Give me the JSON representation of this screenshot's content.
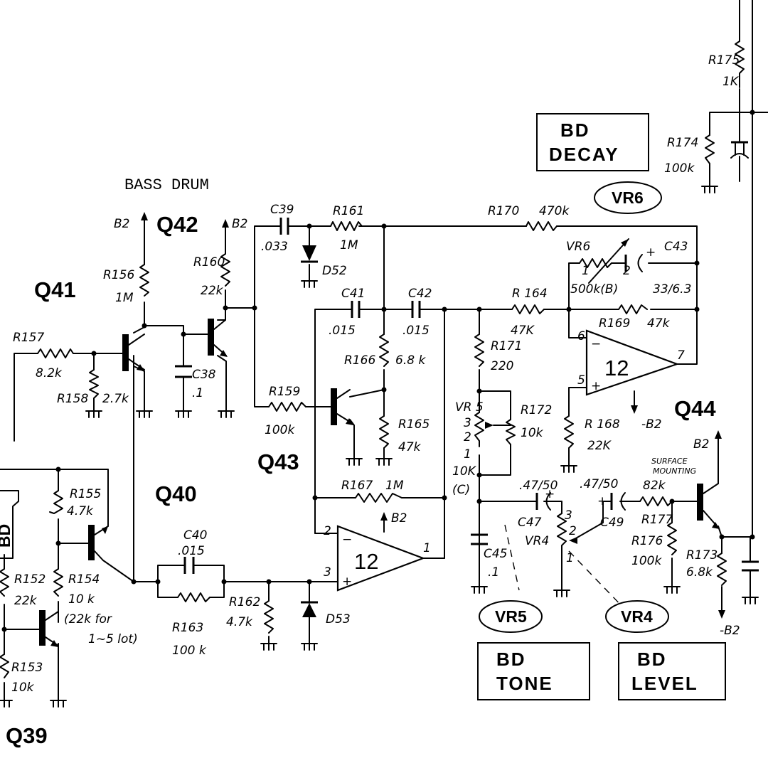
{
  "title": "BASS DRUM",
  "transistors": {
    "q39": "Q39",
    "q40": "Q40",
    "q41": "Q41",
    "q42": "Q42",
    "q43": "Q43",
    "q44": "Q44"
  },
  "opamps": {
    "u1": "12",
    "u2": "12"
  },
  "supply": {
    "b2": "B2",
    "neg_b2": "-B2"
  },
  "resistors": {
    "r152": {
      "ref": "R152",
      "value": "22k"
    },
    "r153": {
      "ref": "R153",
      "value": "10k"
    },
    "r154": {
      "ref": "R154",
      "value": "10 k",
      "note1": "(22k for",
      "note2": "1~5 lot)"
    },
    "r155": {
      "ref": "R155",
      "value": "4.7k"
    },
    "r156": {
      "ref": "R156",
      "value": "1M"
    },
    "r157": {
      "ref": "R157",
      "value": "8.2k"
    },
    "r158": {
      "ref": "R158",
      "value": "2.7k"
    },
    "r159": {
      "ref": "R159",
      "value": "100k"
    },
    "r160": {
      "ref": "R160",
      "value": "22k"
    },
    "r161": {
      "ref": "R161",
      "value": "1M"
    },
    "r162": {
      "ref": "R162",
      "value": "4.7k"
    },
    "r163": {
      "ref": "R163",
      "value": "100 k"
    },
    "r164": {
      "ref": "R 164",
      "value": "47K"
    },
    "r165": {
      "ref": "R165",
      "value": "47k"
    },
    "r166": {
      "ref": "R166",
      "value": "6.8 k"
    },
    "r167": {
      "ref": "R167",
      "value": "1M"
    },
    "r168": {
      "ref": "R 168",
      "value": "22K"
    },
    "r169": {
      "ref": "R169",
      "value": "47k"
    },
    "r170": {
      "ref": "R170",
      "value": "470k"
    },
    "r171": {
      "ref": "R171",
      "value": "220"
    },
    "r172": {
      "ref": "R172",
      "value": "10k"
    },
    "r173": {
      "ref": "R173",
      "value": "6.8k"
    },
    "r174": {
      "ref": "R174",
      "value": "100k"
    },
    "r175": {
      "ref": "R175",
      "value": "1K"
    },
    "r176": {
      "ref": "R176",
      "value": "100k"
    },
    "r177": {
      "ref": "R177",
      "value": "82k"
    }
  },
  "capacitors": {
    "c38": {
      "ref": "C38",
      "value": ".1"
    },
    "c39": {
      "ref": "C39",
      "value": ".033"
    },
    "c40": {
      "ref": "C40",
      "value": ".015"
    },
    "c41": {
      "ref": "C41",
      "value": ".015"
    },
    "c42": {
      "ref": "C42",
      "value": ".015"
    },
    "c43": {
      "ref": "C43",
      "value": "33/6.3"
    },
    "c45": {
      "ref": "C45",
      "value": ".1"
    },
    "c47": {
      "ref": "C47",
      "value": ".47/50"
    },
    "c49": {
      "ref": "C49",
      "value": ".47/50"
    }
  },
  "diodes": {
    "d52": "D52",
    "d53": "D53"
  },
  "pots": {
    "vr4": {
      "ref": "VR4",
      "pins": [
        "3",
        "2",
        "1"
      ]
    },
    "vr5": {
      "ref": "VR 5",
      "value": "10K",
      "pins": [
        "3",
        "2",
        "1"
      ],
      "curve": "(C)"
    },
    "vr6": {
      "ref": "VR6",
      "value": "500k(B)",
      "pins": [
        "1",
        "2"
      ]
    }
  },
  "pins": {
    "u1_inv": "2",
    "u1_noninv": "3",
    "u1_out": "1",
    "u2_inv": "6",
    "u2_noninv": "5",
    "u2_out": "7"
  },
  "signs": {
    "minus": "−",
    "plus": "+"
  },
  "notes": {
    "surface1": "SURFACE",
    "surface2": "MOUNTING"
  },
  "panels": {
    "bd_decay": {
      "line1": "BD",
      "line2": "DECAY",
      "tag": "VR6"
    },
    "bd_tone": {
      "line1": "BD",
      "line2": "TONE",
      "tag": "VR5"
    },
    "bd_level": {
      "line1": "BD",
      "line2": "LEVEL",
      "tag": "VR4"
    },
    "bd_left": "BD"
  }
}
